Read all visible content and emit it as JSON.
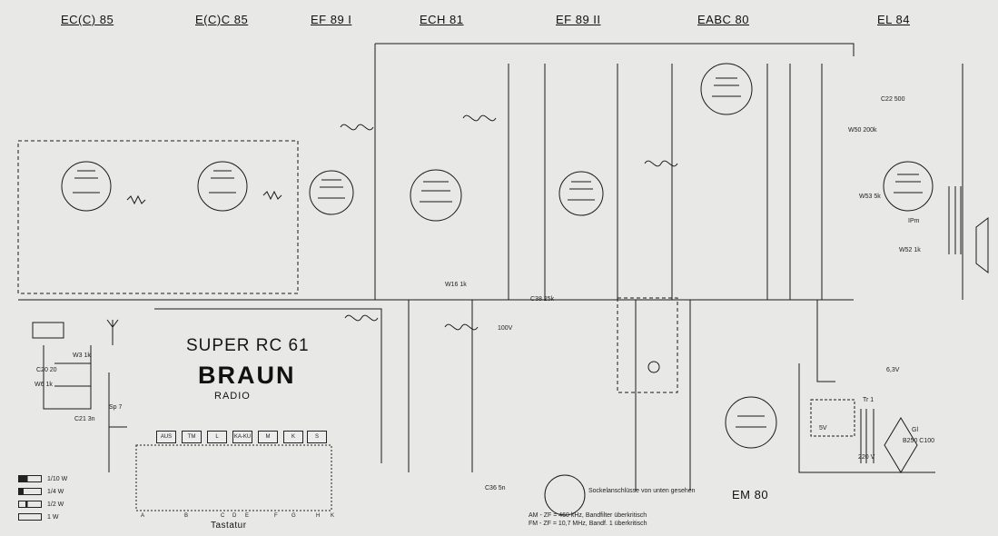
{
  "tubes": [
    {
      "name": "EC(C) 85"
    },
    {
      "name": "E(C)C 85"
    },
    {
      "name": "EF 89 I"
    },
    {
      "name": "ECH 81"
    },
    {
      "name": "EF 89 II"
    },
    {
      "name": "EABC 80"
    },
    {
      "name": "EL 84"
    }
  ],
  "indicator_tube": "EM 80",
  "model_title": "SUPER RC 61",
  "brand": "BRAUN",
  "brand_sub": "RADIO",
  "resistor_legend": [
    "1/10 W",
    "1/4 W",
    "1/2 W",
    "1 W"
  ],
  "keyboard": {
    "label": "Tastatur",
    "keys": [
      "AUS",
      "TM",
      "L",
      "KA-KU",
      "M",
      "K",
      "S"
    ],
    "letters": [
      "A",
      "B",
      "C",
      "D",
      "E",
      "F",
      "G",
      "H",
      "K"
    ]
  },
  "socket_note": "Sockelanschlüsse von unten gesehen",
  "if_notes": [
    "AM - ZF = 460 kHz, Bandfilter überkritisch",
    "FM - ZF = 10,7 MHz, Bandf. 1 überkritisch"
  ],
  "component_labels": {
    "w3": "W3 1k",
    "c21": "C21 3n",
    "w6": "W6 1k",
    "c20": "C20 20",
    "sp7": "Sp 7",
    "v100": "100V",
    "c38": "C38 25k",
    "w50": "W50 200k",
    "w53": "W53 5k",
    "ipm": "IPm",
    "c22": "C22 500",
    "c36": "C36 5n",
    "v220": "220 V",
    "gl": "Gl",
    "gl_value": "B250 C100",
    "tr": "Tr 1",
    "v5": "5V",
    "v63": "6,3V",
    "w52": "W52 1k",
    "w16": "W16 1k"
  }
}
